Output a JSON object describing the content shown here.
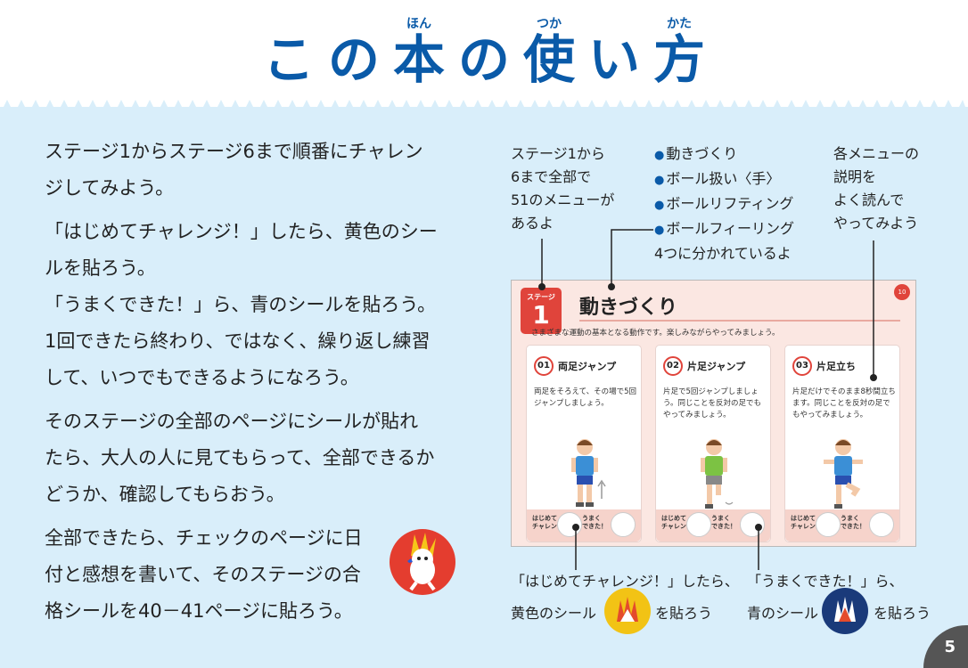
{
  "title": {
    "chars": [
      "こ",
      "の",
      "本",
      "の",
      "使",
      "い",
      "方"
    ],
    "ruby": [
      "",
      "",
      "ほん",
      "",
      "つか",
      "",
      "かた"
    ]
  },
  "left_paragraphs": [
    [
      "ステージ1からステージ6まで順番にチャレン",
      "ジしてみよう。"
    ],
    [
      "「はじめてチャレンジ！」したら、黄色のシー",
      "ルを貼ろう。",
      "「うまくできた！」ら、青のシールを貼ろう。",
      "1回できたら終わり、ではなく、繰り返し練習",
      "して、いつでもできるようになろう。"
    ],
    [
      "そのステージの全部のページにシールが貼れ",
      "たら、大人の人に見てもらって、全部できるか",
      "どうか、確認してもらおう。"
    ],
    [
      "全部できたら、チェックのページに日",
      "付と感想を書いて、そのステージの合",
      "格シールを40－41ページに貼ろう。"
    ]
  ],
  "annotations": {
    "col1": [
      "ステージ1から",
      "6まで全部で",
      "51のメニューが",
      "あるよ"
    ],
    "col2_items": [
      "動きづくり",
      "ボール扱い〈手〉",
      "ボールリフティング",
      "ボールフィーリング"
    ],
    "col2_tail": "4つに分かれているよ",
    "col3": [
      "各メニューの",
      "説明を",
      "よく読んで",
      "やってみよう"
    ]
  },
  "illustration": {
    "stage_label": "ステージ",
    "stage_number": "1",
    "title": "動きづくり",
    "subtitle": "さまざまな運動の基本となる動作です。楽しみながらやってみましょう。",
    "page_number": "10",
    "cards": [
      {
        "num": "01",
        "title": "両足ジャンプ",
        "desc": "両足をそろえて、その場で5回ジャンプしましょう。",
        "foot1": "はじめて\nチャレンジ！",
        "foot2": "うまく\nできた！"
      },
      {
        "num": "02",
        "title": "片足ジャンプ",
        "desc": "片足で5回ジャンプしましょう。同じことを反対の足でもやってみましょう。",
        "foot1": "はじめて\nチャレンジ！",
        "foot2": "うまく\nできた！"
      },
      {
        "num": "03",
        "title": "片足立ち",
        "desc": "片足だけでそのまま8秒間立ちます。同じことを反対の足でもやってみましょう。",
        "foot1": "はじめて\nチャレンジ！",
        "foot2": "うまく\nできた！"
      }
    ]
  },
  "bottom": {
    "left_line1": "「はじめてチャレンジ！」したら、",
    "left_line2a": "黄色のシール",
    "left_line2b": "を貼ろう",
    "right_line1": "「うまくできた！」ら、",
    "right_line2a": "青のシール",
    "right_line2b": "を貼ろう"
  },
  "page_number": "5",
  "colors": {
    "title_blue": "#0a5aa8",
    "background_blue": "#d9eefa",
    "accent_red": "#e0443b",
    "yellow_medal": "#f2c315",
    "blue_medal": "#1a3a7a"
  }
}
